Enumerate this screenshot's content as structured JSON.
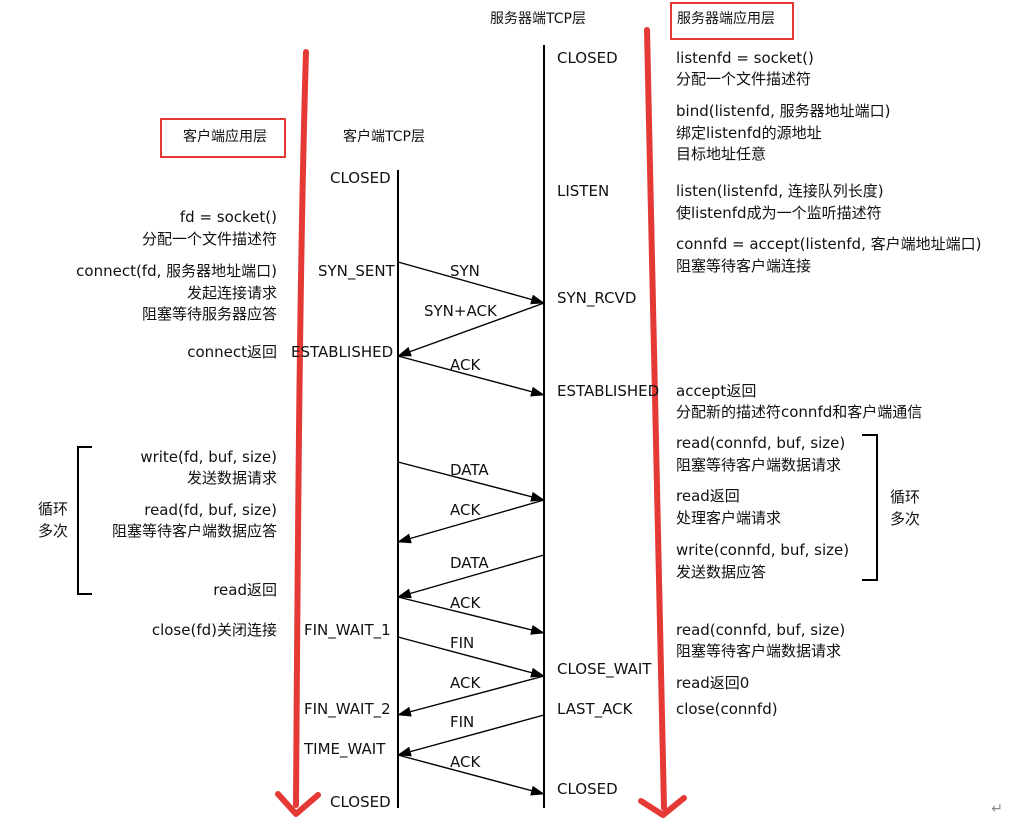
{
  "headers": {
    "server_tcp": "服务器端TCP层",
    "server_app": "服务器端应用层",
    "client_app": "客户端应用层",
    "client_tcp": "客户端TCP层"
  },
  "client_states": {
    "closed_top": "CLOSED",
    "syn_sent": "SYN_SENT",
    "established": "ESTABLISHED",
    "fin_wait_1": "FIN_WAIT_1",
    "fin_wait_2": "FIN_WAIT_2",
    "time_wait": "TIME_WAIT",
    "closed_bottom": "CLOSED"
  },
  "server_states": {
    "closed_top": "CLOSED",
    "listen": "LISTEN",
    "syn_rcvd": "SYN_RCVD",
    "established": "ESTABLISHED",
    "close_wait": "CLOSE_WAIT",
    "last_ack": "LAST_ACK",
    "closed_bottom": "CLOSED"
  },
  "client_app": {
    "socket_1": "fd = socket()",
    "socket_2": "分配一个文件描述符",
    "connect_1": "connect(fd, 服务器地址端口)",
    "connect_2": "发起连接请求",
    "connect_3": "阻塞等待服务器应答",
    "connect_return": "connect返回",
    "write_1": "write(fd, buf, size)",
    "write_2": "发送数据请求",
    "read_1": "read(fd, buf, size)",
    "read_2": "阻塞等待客户端数据应答",
    "read_return": "read返回",
    "close": "close(fd)关闭连接",
    "loop_1": "循环",
    "loop_2": "多次"
  },
  "server_app": {
    "listenfd_1": "listenfd = socket()",
    "listenfd_2": "分配一个文件描述符",
    "bind_1": "bind(listenfd, 服务器地址端口)",
    "bind_2": "绑定listenfd的源地址",
    "bind_3": "目标地址任意",
    "listen_1": "listen(listenfd, 连接队列长度)",
    "listen_2": "使listenfd成为一个监听描述符",
    "accept_1": "connfd = accept(listenfd, 客户端地址端口)",
    "accept_2": "阻塞等待客户端连接",
    "accept_ret_1": "accept返回",
    "accept_ret_2": "分配新的描述符connfd和客户端通信",
    "read_1": "read(connfd, buf, size)",
    "read_2": "阻塞等待客户端数据请求",
    "read_ret_1": "read返回",
    "read_ret_2": "处理客户端请求",
    "write_1": "write(connfd, buf, size)",
    "write_2": "发送数据应答",
    "read2_1": "read(connfd, buf, size)",
    "read2_2": "阻塞等待客户端数据请求",
    "read0": "read返回0",
    "close": "close(connfd)",
    "loop_1": "循环",
    "loop_2": "多次"
  },
  "segments": {
    "syn": "SYN",
    "syn_ack": "SYN+ACK",
    "ack1": "ACK",
    "data1": "DATA",
    "ack2": "ACK",
    "data2": "DATA",
    "ack3": "ACK",
    "fin1": "FIN",
    "ack4": "ACK",
    "fin2": "FIN",
    "ack5": "ACK"
  },
  "colors": {
    "annotation_red": "#e53935",
    "line": "#000000"
  },
  "return_mark": "↵"
}
